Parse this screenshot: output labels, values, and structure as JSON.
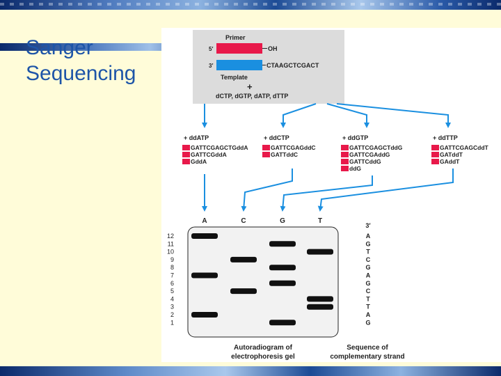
{
  "title": {
    "line1": "Sanger",
    "line2": "Sequencing"
  },
  "colors": {
    "primer": "#e8194a",
    "template": "#1a8fe0",
    "arrow": "#1a8fe0",
    "title": "#1e55a8",
    "panel": "#dcdcdc"
  },
  "reaction": {
    "primer_label": "Primer",
    "template_label": "Template",
    "five_prime": "5′",
    "three_prime": "3′",
    "primer_end": "OH",
    "template_seq": "CTAAGCTCGACT",
    "plus": "+",
    "dntps": "dCTP, dGTP, dATP, dTTP"
  },
  "tubes": [
    {
      "label": "+ ddATP",
      "fragments": [
        "GATTCGAGCTGddA",
        "GATTCGddA",
        "GddA"
      ]
    },
    {
      "label": "+ ddCTP",
      "fragments": [
        "GATTCGAGddC",
        "GATTddC"
      ]
    },
    {
      "label": "+ ddGTP",
      "fragments": [
        "GATTCGAGCTddG",
        "GATTCGAddG",
        "GATTCddG",
        "ddG"
      ]
    },
    {
      "label": "+ ddTTP",
      "fragments": [
        "GATTCGAGCddT",
        "GATddT",
        "GAddT"
      ]
    }
  ],
  "gel": {
    "lanes": [
      "A",
      "C",
      "G",
      "T"
    ],
    "sizes": [
      "12",
      "11",
      "10",
      "9",
      "8",
      "7",
      "6",
      "5",
      "4",
      "3",
      "2",
      "1"
    ],
    "bands": {
      "A": [
        12,
        7,
        2
      ],
      "C": [
        9,
        5
      ],
      "G": [
        11,
        8,
        6,
        1
      ],
      "T": [
        10,
        4,
        3
      ]
    },
    "caption_line1": "Autoradiogram of",
    "caption_line2": "electrophoresis gel"
  },
  "sequence": {
    "header": "3′",
    "bases": [
      "A",
      "G",
      "T",
      "C",
      "G",
      "A",
      "G",
      "C",
      "T",
      "T",
      "A",
      "G"
    ],
    "caption_line1": "Sequence of",
    "caption_line2": "complementary strand"
  }
}
